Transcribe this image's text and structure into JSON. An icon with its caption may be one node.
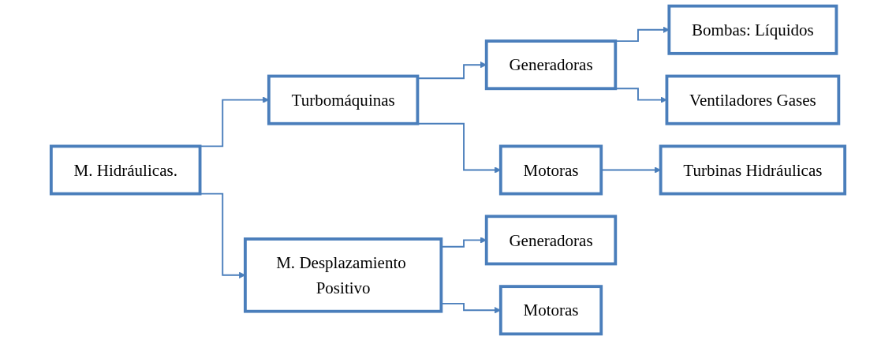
{
  "diagram": {
    "nodes": [
      {
        "text": [
          "M. Hidráulicas."
        ]
      },
      {
        "text": [
          "Turbomáquinas"
        ]
      },
      {
        "text": [
          "M. Desplazamiento Positivo"
        ]
      },
      {
        "text": [
          "Generadoras"
        ]
      },
      {
        "text": [
          "Motoras"
        ]
      },
      {
        "text": [
          "Bombas: Líquidos"
        ]
      },
      {
        "text": [
          "Ventiladores Gases"
        ]
      },
      {
        "text": [
          "Turbinas Hidráulicas"
        ]
      },
      {
        "text": [
          "Generadoras"
        ]
      },
      {
        "text": [
          "Motoras"
        ]
      }
    ],
    "edges": [
      {
        "from": 0,
        "to": 1,
        "arrow": "to"
      },
      {
        "from": 0,
        "to": 2,
        "arrow": "to"
      },
      {
        "from": 1,
        "to": 3,
        "arrow": "to"
      },
      {
        "from": 1,
        "to": 4,
        "arrow": "to"
      },
      {
        "from": 3,
        "to": 5,
        "arrow": "to"
      },
      {
        "from": 3,
        "to": 6,
        "arrow": "to"
      },
      {
        "from": 4,
        "to": 7,
        "arrow": "to"
      },
      {
        "from": 2,
        "to": 8,
        "arrow": "to"
      },
      {
        "from": 2,
        "to": 9,
        "arrow": "to"
      }
    ]
  }
}
